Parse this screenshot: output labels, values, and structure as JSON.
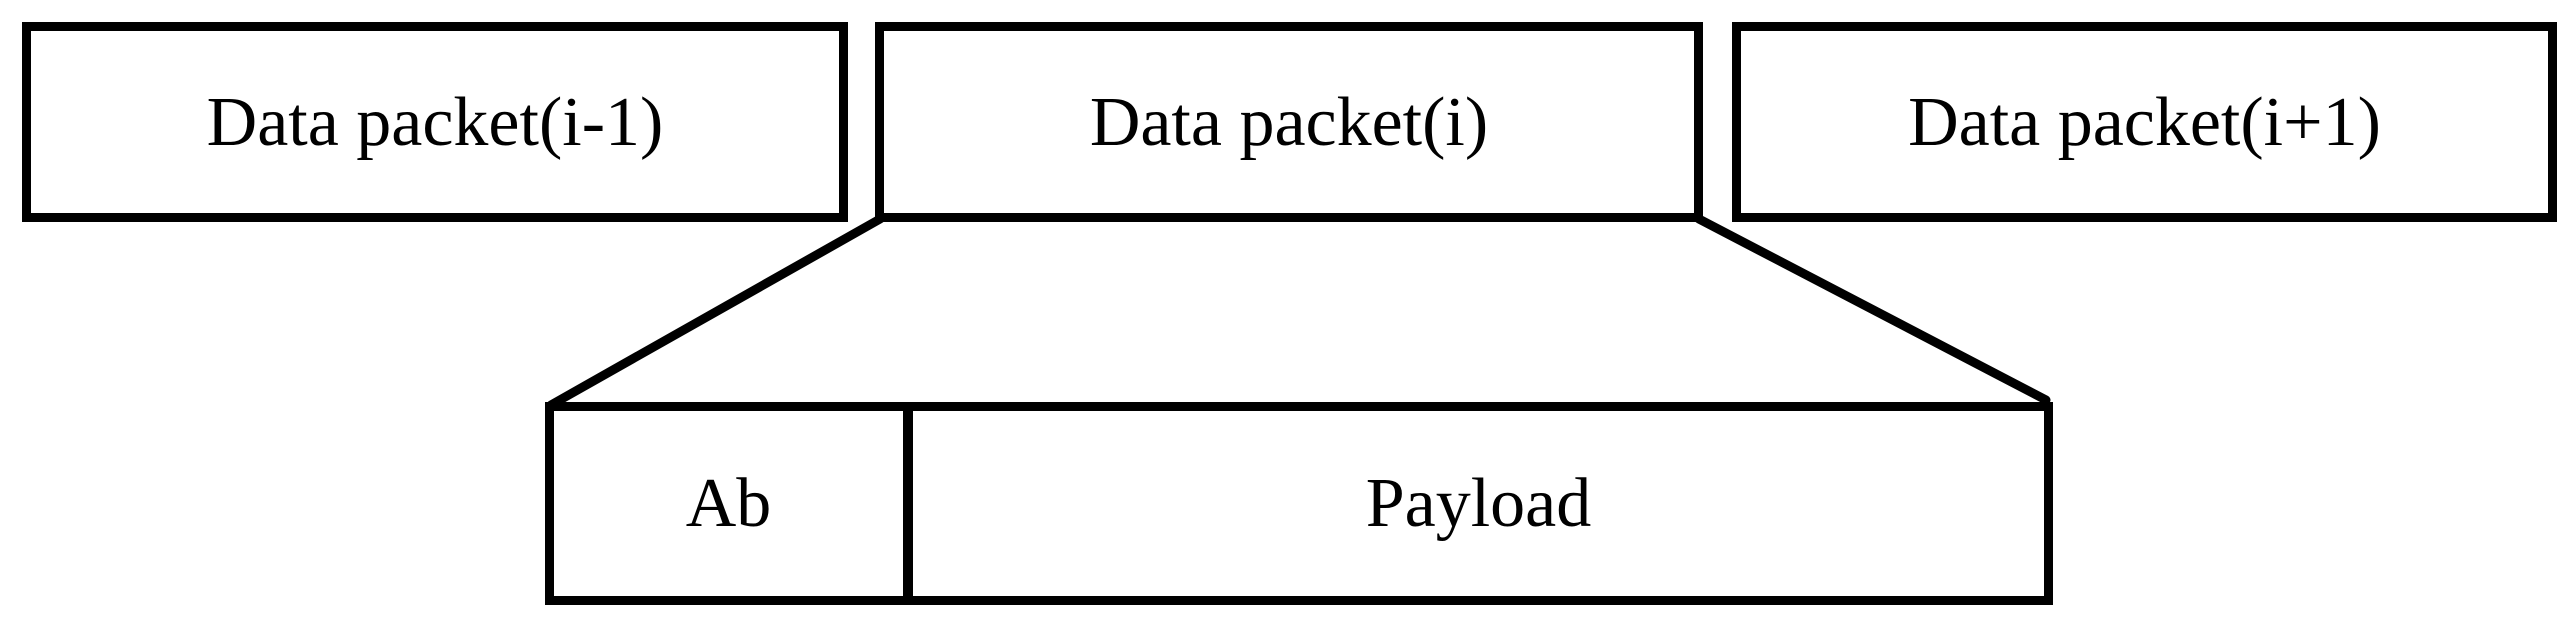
{
  "packets": [
    {
      "label": "Data packet(i-1)"
    },
    {
      "label": "Data packet(i)"
    },
    {
      "label": "Data packet(i+1)"
    }
  ],
  "expanded_fields": [
    {
      "label": "Ab"
    },
    {
      "label": "Payload"
    }
  ],
  "colors": {
    "foreground": "#000000",
    "background": "#ffffff"
  }
}
